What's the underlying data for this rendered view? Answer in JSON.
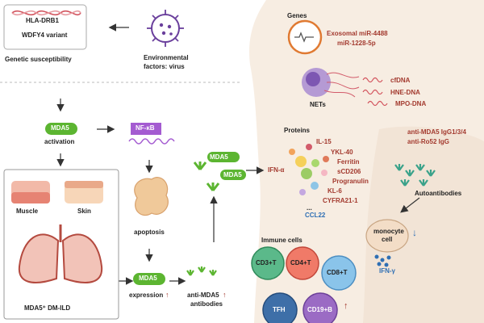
{
  "genetic": {
    "gene1": "HLA-DRB1",
    "gene2": "WDFY4 variant",
    "caption": "Genetic susceptibility"
  },
  "environment": {
    "line1": "Environmental",
    "line2": "factors: virus"
  },
  "mda5_activation": {
    "pill": "MDA5",
    "caption": "activation"
  },
  "nfkb": {
    "label": "NF-κB"
  },
  "tissue": {
    "muscle": "Muscle",
    "skin": "Skin",
    "lung_caption": "MDA5⁺ DM-ILD"
  },
  "apoptosis": {
    "label": "apoptosis"
  },
  "mda5_expression": {
    "pill": "MDA5",
    "caption": "expression",
    "arrow": "↑"
  },
  "antibodies": {
    "line1": "anti-MDA5",
    "arrow": "↑",
    "line2": "antibodies"
  },
  "receptors": {
    "top": "MDA5",
    "bottom": "MDA5"
  },
  "ifn_alpha": "IFN-α",
  "genes": {
    "title": "Genes",
    "items": [
      "Exosomal miR-4488",
      "miR-1228-5p"
    ]
  },
  "nets": {
    "label": "NETs",
    "items": [
      "cfDNA",
      "HNE-DNA",
      "MPO-DNA"
    ]
  },
  "proteins": {
    "title": "Proteins",
    "items": [
      "IL-15",
      "YKL-40",
      "Ferritin",
      "sCD206",
      "Progranulin",
      "KL-6",
      "CYFRA21-1",
      "...",
      "CCL22"
    ]
  },
  "autoantibodies": {
    "items": [
      "anti-MDA5 IgG1/3/4",
      "anti-Ro52 IgG"
    ],
    "label": "Autoantibodies"
  },
  "monocyte": {
    "line1": "monocyte",
    "line2": "cell",
    "arrow": "↓",
    "ifn": "IFN-γ"
  },
  "immune": {
    "title": "Immune cells",
    "cells": [
      "CD3+T",
      "CD4+T",
      "CD8+T",
      "TFH",
      "CD19+B"
    ],
    "cd19_arrow": "↑"
  },
  "colors": {
    "mda5_green": "#5cb531",
    "nfkb_purple": "#a45bd1",
    "region_beige": "#f7ede2",
    "text_red": "#a33a2f",
    "text_blue": "#2f6fb4"
  }
}
